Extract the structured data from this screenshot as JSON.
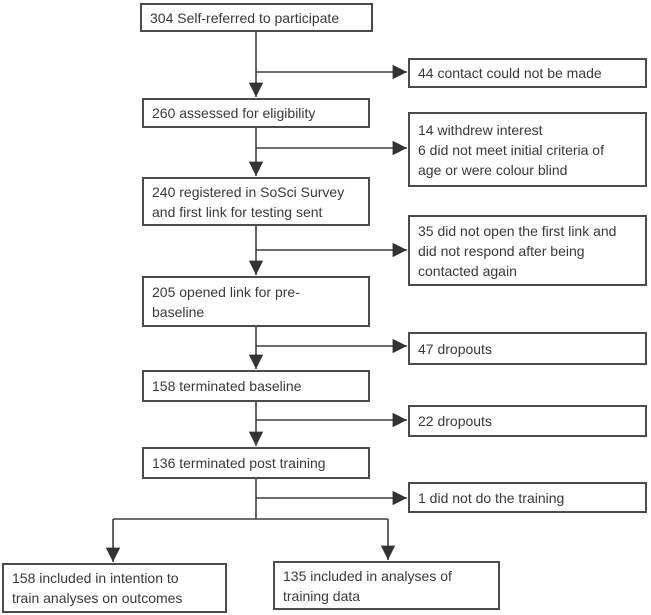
{
  "flowchart": {
    "description": "Participant flow diagram",
    "nodes": {
      "self_referred": "304 Self-referred to participate",
      "contact_not_made": "44 contact could not be made",
      "assessed": "260 assessed for eligibility",
      "withdrew": "14 withdrew interest\n6 did not meet initial criteria of\nage or were colour blind",
      "registered": "240 registered in SoSci Survey\nand first link for testing sent",
      "did_not_open": "35 did not open the first link and\ndid not respond after being\ncontacted again",
      "opened_link": "205 opened link for pre-\nbaseline",
      "dropouts_47": "47 dropouts",
      "terminated_baseline": "158 terminated baseline",
      "dropouts_22": "22 dropouts",
      "terminated_post": "136 terminated post training",
      "no_training": "1 did not do the training",
      "itt_analyses": "158 included in intention to\ntrain analyses on outcomes",
      "training_data": "135 included in analyses of\ntraining data"
    },
    "colors": {
      "box_border": "#4b4b4b",
      "arrow": "#3f3f3f",
      "text": "#3a3a3a",
      "background": "#ffffff"
    }
  }
}
